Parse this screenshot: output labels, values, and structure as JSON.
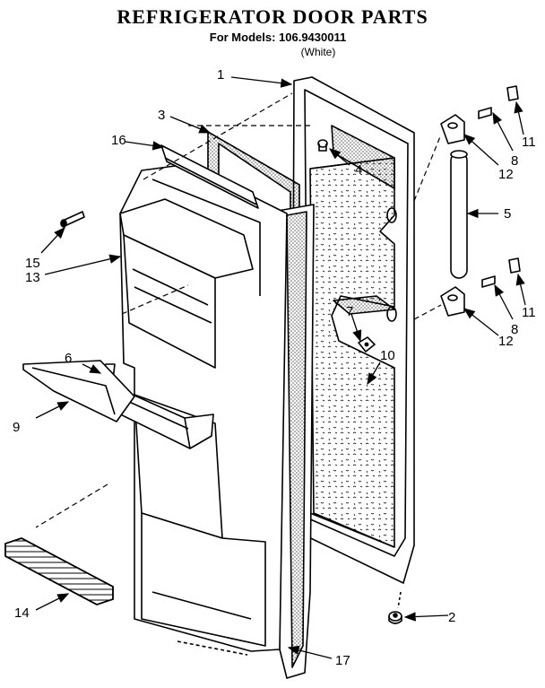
{
  "header": {
    "title": "REFRIGERATOR DOOR PARTS",
    "models": "For Models: 106.9430011",
    "color": "(White)"
  },
  "callouts": [
    {
      "id": "c1",
      "text": "1"
    },
    {
      "id": "c2",
      "text": "2"
    },
    {
      "id": "c3",
      "text": "3"
    },
    {
      "id": "c4",
      "text": "4"
    },
    {
      "id": "c5",
      "text": "5"
    },
    {
      "id": "c6",
      "text": "6"
    },
    {
      "id": "c7",
      "text": "7"
    },
    {
      "id": "c8a",
      "text": "8"
    },
    {
      "id": "c8b",
      "text": "8"
    },
    {
      "id": "c9",
      "text": "9"
    },
    {
      "id": "c10",
      "text": "10"
    },
    {
      "id": "c11a",
      "text": "11"
    },
    {
      "id": "c11b",
      "text": "11"
    },
    {
      "id": "c12a",
      "text": "12"
    },
    {
      "id": "c12b",
      "text": "12"
    },
    {
      "id": "c13",
      "text": "13"
    },
    {
      "id": "c14",
      "text": "14"
    },
    {
      "id": "c15",
      "text": "15"
    },
    {
      "id": "c16",
      "text": "16"
    },
    {
      "id": "c17",
      "text": "17"
    }
  ]
}
